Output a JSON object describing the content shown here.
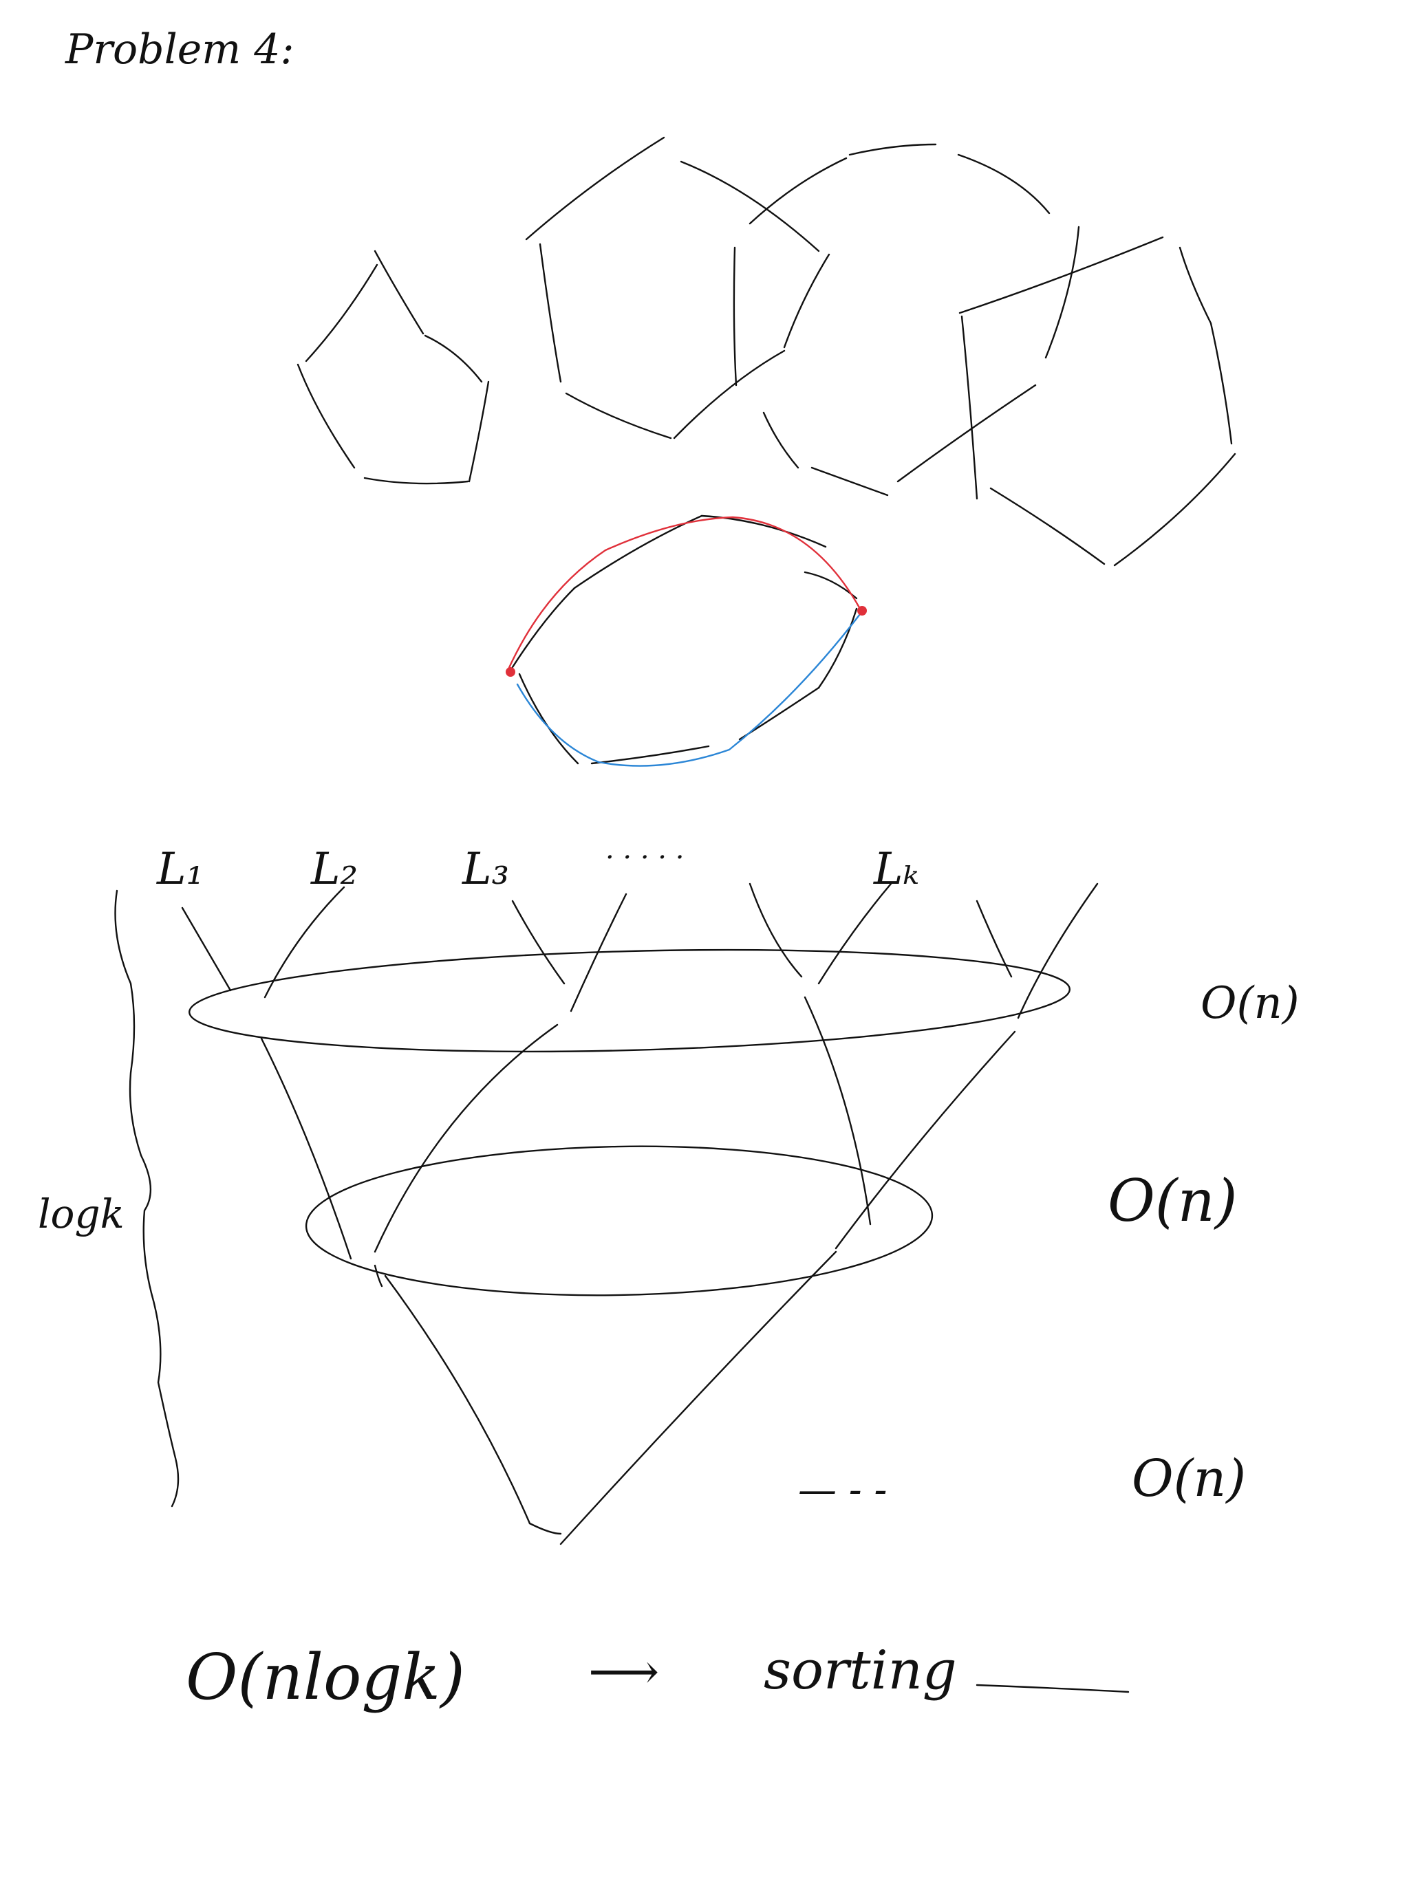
{
  "note": {
    "title": "Problem 4:",
    "list_labels": [
      "L₁",
      "L₂",
      "L₃",
      "· · · · ·",
      "Lₖ"
    ],
    "level_costs": [
      "O(n)",
      "O(n)",
      "O(n)"
    ],
    "level_dashes": "— - -",
    "depth_label": "logk",
    "conclusion_cost": "O(nlogk)",
    "conclusion_arrow": "⟶",
    "conclusion_text": "sorting"
  },
  "colors": {
    "ink": "#111111",
    "path_red": "#e0303a",
    "path_blue": "#2b86d6"
  }
}
